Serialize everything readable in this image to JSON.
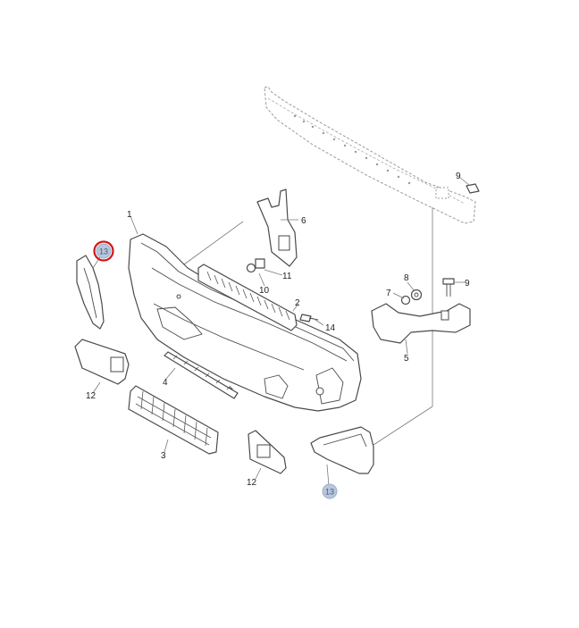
{
  "callouts": {
    "c1": "1",
    "c2": "2",
    "c3": "3",
    "c4": "4",
    "c5": "5",
    "c6": "6",
    "c7": "7",
    "c8": "8",
    "c9a": "9",
    "c9b": "9",
    "c10": "10",
    "c11": "11",
    "c12a": "12",
    "c12b": "12",
    "c13a": "13",
    "c13b": "13",
    "c14": "14"
  },
  "colors": {
    "highlight_ring": "#d01818",
    "badge_fill": "#b8c6dc"
  }
}
